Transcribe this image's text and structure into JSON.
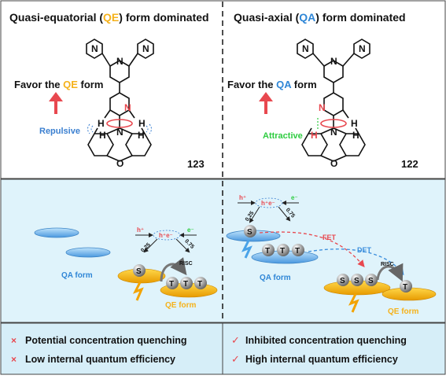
{
  "top": {
    "left": {
      "title_pre": "Quasi-equatorial (",
      "title_hl": "QE",
      "title_post": ") form dominated",
      "favor_pre": "Favor the ",
      "favor_hl": "QE",
      "favor_post": " form",
      "interaction": "Repulsive",
      "compound": "123"
    },
    "right": {
      "title_pre": "Quasi-axial (",
      "title_hl": "QA",
      "title_post": ") form dominated",
      "favor_pre": "Favor the ",
      "favor_hl": "QA",
      "favor_post": " form",
      "interaction": "Attractive",
      "compound": "122"
    },
    "atoms": {
      "N": "N",
      "H": "H",
      "O": "O"
    }
  },
  "middle": {
    "left": {
      "qa_form": "QA form",
      "qe_form": "QE form",
      "h_plus": "h⁺",
      "e_minus": "e⁻",
      "he": "h⁺e⁻",
      "ratio_25": "0.25",
      "ratio_75": "0.75",
      "risc": "RISC",
      "S": "S",
      "T": "T"
    },
    "right": {
      "qa_form": "QA form",
      "qe_form": "QE form",
      "h_plus": "h⁺",
      "e_minus": "e⁻",
      "he": "h⁺e⁻",
      "ratio_25": "0.25",
      "ratio_75": "0.75",
      "fet": "FET",
      "det": "DET",
      "risc": "RISC",
      "S": "S",
      "T": "T"
    }
  },
  "bottom": {
    "left": [
      {
        "mark": "×",
        "text": "Potential concentration quenching"
      },
      {
        "mark": "×",
        "text": "Low internal quantum efficiency"
      }
    ],
    "right": [
      {
        "mark": "✓",
        "text": "Inhibited concentration quenching"
      },
      {
        "mark": "✓",
        "text": "High internal quantum efficiency"
      }
    ]
  },
  "colors": {
    "qe_orange": "#f5b21b",
    "qa_blue": "#2f86d6",
    "arrow_red": "#e8484f",
    "attractive_green": "#2ecc40",
    "repulsive_blue": "#3a7fd0",
    "panel_bg": "#dff3fb",
    "bottom_bg": "#d6eef8"
  }
}
